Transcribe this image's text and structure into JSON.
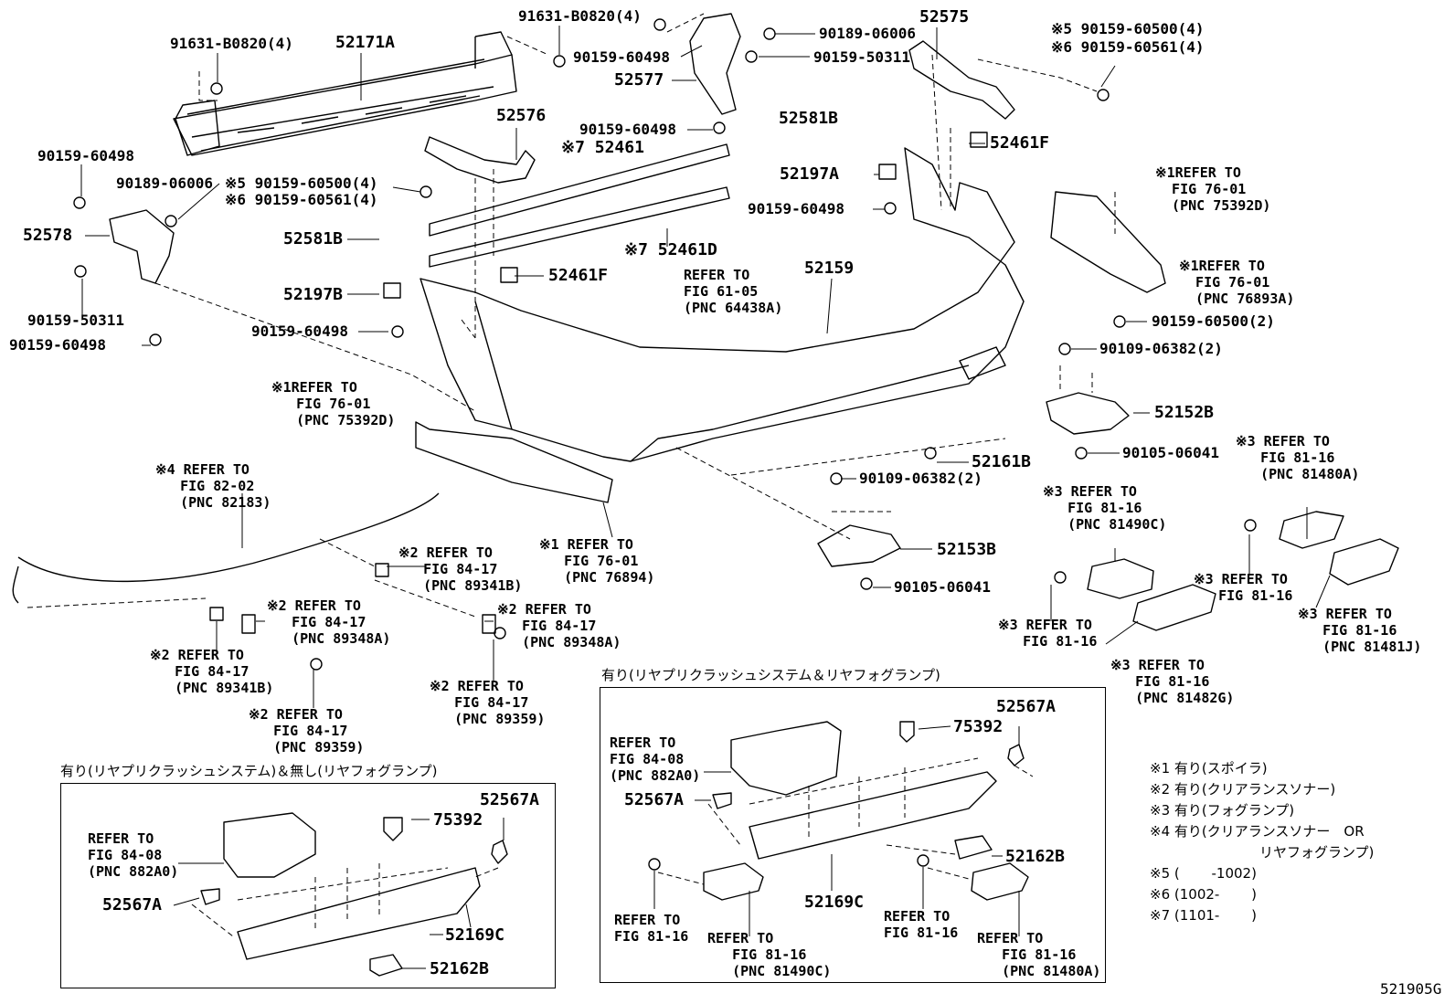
{
  "labels": {
    "p91631_b0820_a": "91631-B0820(4)",
    "p52171a": "52171A",
    "p91631_b0820_b": "91631-B0820(4)",
    "p90159_60498_a": "90159-60498",
    "p90189_06006_a": "90189-06006",
    "p52575": "52575",
    "p90159_50311_a": "90159-50311",
    "p52577": "52577",
    "p5_top": "※5 90159-60500(4)",
    "p6_top": "※6 90159-60561(4)",
    "p52576": "52576",
    "p90159_60498_b": "90159-60498",
    "p52581b_r": "52581B",
    "p52461f_r": "52461F",
    "p90159_60498_l": "90159-60498",
    "p90189_06006_l": "90189-06006",
    "p7_52461": "※7 52461",
    "p5_left": "※5 90159-60500(4)",
    "p6_left": "※6 90159-60561(4)",
    "p52197a": "52197A",
    "p90159_60498_c": "90159-60498",
    "p52578": "52578",
    "p52581b_l": "52581B",
    "p7_52461d": "※7 52461D",
    "p52461f_l": "52461F",
    "p52159": "52159",
    "p52197b": "52197B",
    "p90159_50311_l": "90159-50311",
    "p90159_60498_d": "90159-60498",
    "p90159_60498_e": "90159-60498",
    "p90159_60500_2": "90159-60500(2)",
    "p90109_06382_a": "90109-06382(2)",
    "p52152b": "52152B",
    "p52161b": "52161B",
    "p90105_06041_a": "90105-06041",
    "p90109_06382_b": "90109-06382(2)",
    "p52153b": "52153B",
    "p90105_06041_b": "90105-06041",
    "p52567a_r": "52567A",
    "p75392_r": "75392",
    "p52567a_rl": "52567A",
    "p52162b_r": "52162B",
    "p52169c_r": "52169C",
    "p75392_l": "75392",
    "p52567a_l": "52567A",
    "p52567a_ll": "52567A",
    "p52169c_l": "52169C",
    "p52162b_l": "52162B",
    "code": "521905G"
  },
  "refs": {
    "r_61_05": "REFER TO\nFIG 61-05\n(PNC 64438A)",
    "r1_tr": "※1REFER TO\n  FIG 76-01\n  (PNC 75392D)",
    "r1_right": "※1REFER TO\n  FIG 76-01\n  (PNC 76893A)",
    "r1_mid": "※1REFER TO\n   FIG 76-01\n   (PNC 75392D)",
    "r1_bottom": "※1 REFER TO\n   FIG 76-01\n   (PNC 76894)",
    "r4": "※4 REFER TO\n   FIG 82-02\n   (PNC 82183)",
    "r2_a": "※2 REFER TO\n   FIG 84-17\n   (PNC 89341B)",
    "r2_b": "※2 REFER TO\n   FIG 84-17\n   (PNC 89348A)",
    "r2_c": "※2 REFER TO\n   FIG 84-17\n   (PNC 89348A)",
    "r2_d": "※2 REFER TO\n   FIG 84-17\n   (PNC 89341B)",
    "r2_e": "※2 REFER TO\n   FIG 84-17\n   (PNC 89359)",
    "r2_f": "※2 REFER TO\n   FIG 84-17\n   (PNC 89359)",
    "r3_a": "※3 REFER TO\n   FIG 81-16\n   (PNC 81480A)",
    "r3_b": "※3 REFER TO\n   FIG 81-16\n   (PNC 81490C)",
    "r3_c": "※3 REFER TO\n   FIG 81-16",
    "r3_d": "※3 REFER TO\n   FIG 81-16",
    "r3_e": "※3 REFER TO\n   FIG 81-16\n   (PNC 81481J)",
    "r3_f": "※3 REFER TO\n   FIG 81-16\n   (PNC 81482G)",
    "rb1_88": "REFER TO\nFIG 84-08\n(PNC 882A0)",
    "rb1_81a": "REFER TO\nFIG 81-16",
    "rb1_81b": "REFER TO\n   FIG 81-16\n   (PNC 81490C)",
    "rb1_81c": "REFER TO\nFIG 81-16",
    "rb1_81d": "REFER TO\n   FIG 81-16\n   (PNC 81480A)",
    "rb2_88": "REFER TO\nFIG 84-08\n(PNC 882A0)"
  },
  "boxes": {
    "right_title": "有り(リヤプリクラッシュシステム＆リヤフォグランプ)",
    "left_title": "有り(リヤプリクラッシュシステム)＆無し(リヤフォグランプ)"
  },
  "notes": [
    "※1 有り(スポイラ)",
    "※2 有り(クリアランスソナー)",
    "※3 有り(フォグランプ)",
    "※4 有り(クリアランスソナー　OR",
    "　　　　　　　　リヤフォグランプ)",
    "※5 (　　 -1002)",
    "※6 (1002-　　 )",
    "※7 (1101-　　 )"
  ]
}
